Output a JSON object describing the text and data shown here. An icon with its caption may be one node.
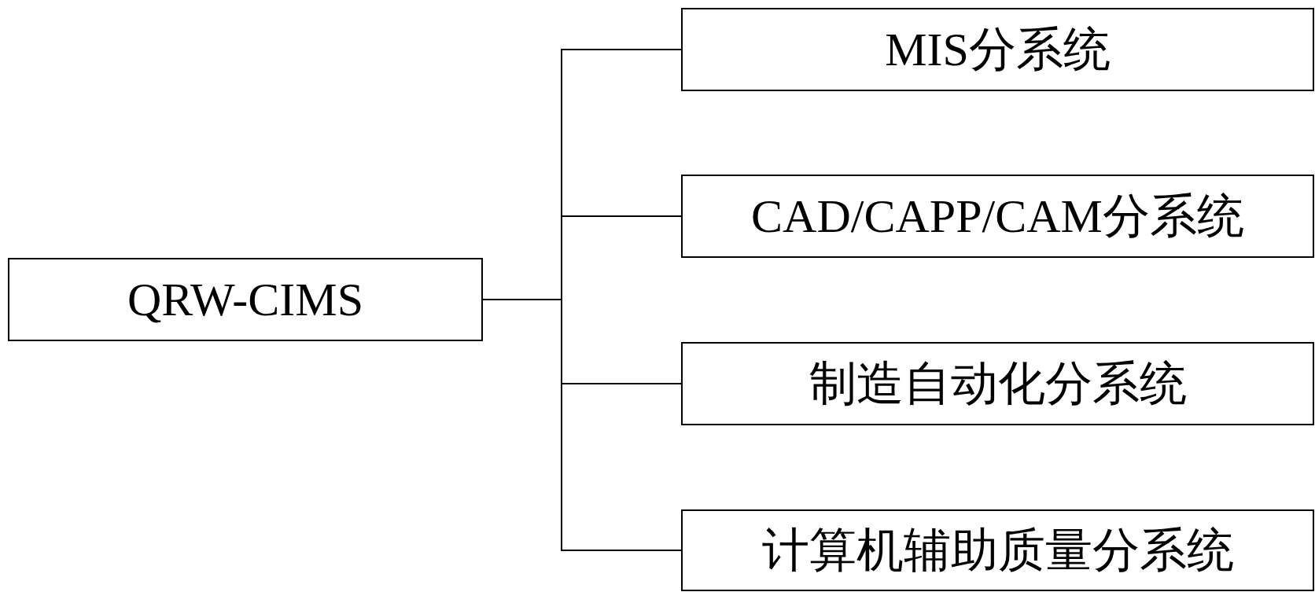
{
  "diagram": {
    "nodes": [
      {
        "text": [
          "QRW-CIMS"
        ]
      },
      {
        "text": [
          "MIS分系统"
        ]
      },
      {
        "text": [
          "CAD/CAPP/CAM分系统"
        ]
      },
      {
        "text": [
          "制造自动化分系统"
        ]
      },
      {
        "text": [
          "计算机辅助质量分系统"
        ]
      }
    ],
    "edges": [
      {
        "from": 0,
        "to": 1,
        "arrow": "none"
      },
      {
        "from": 0,
        "to": 2,
        "arrow": "none"
      },
      {
        "from": 0,
        "to": 3,
        "arrow": "none"
      },
      {
        "from": 0,
        "to": 4,
        "arrow": "none"
      }
    ]
  }
}
